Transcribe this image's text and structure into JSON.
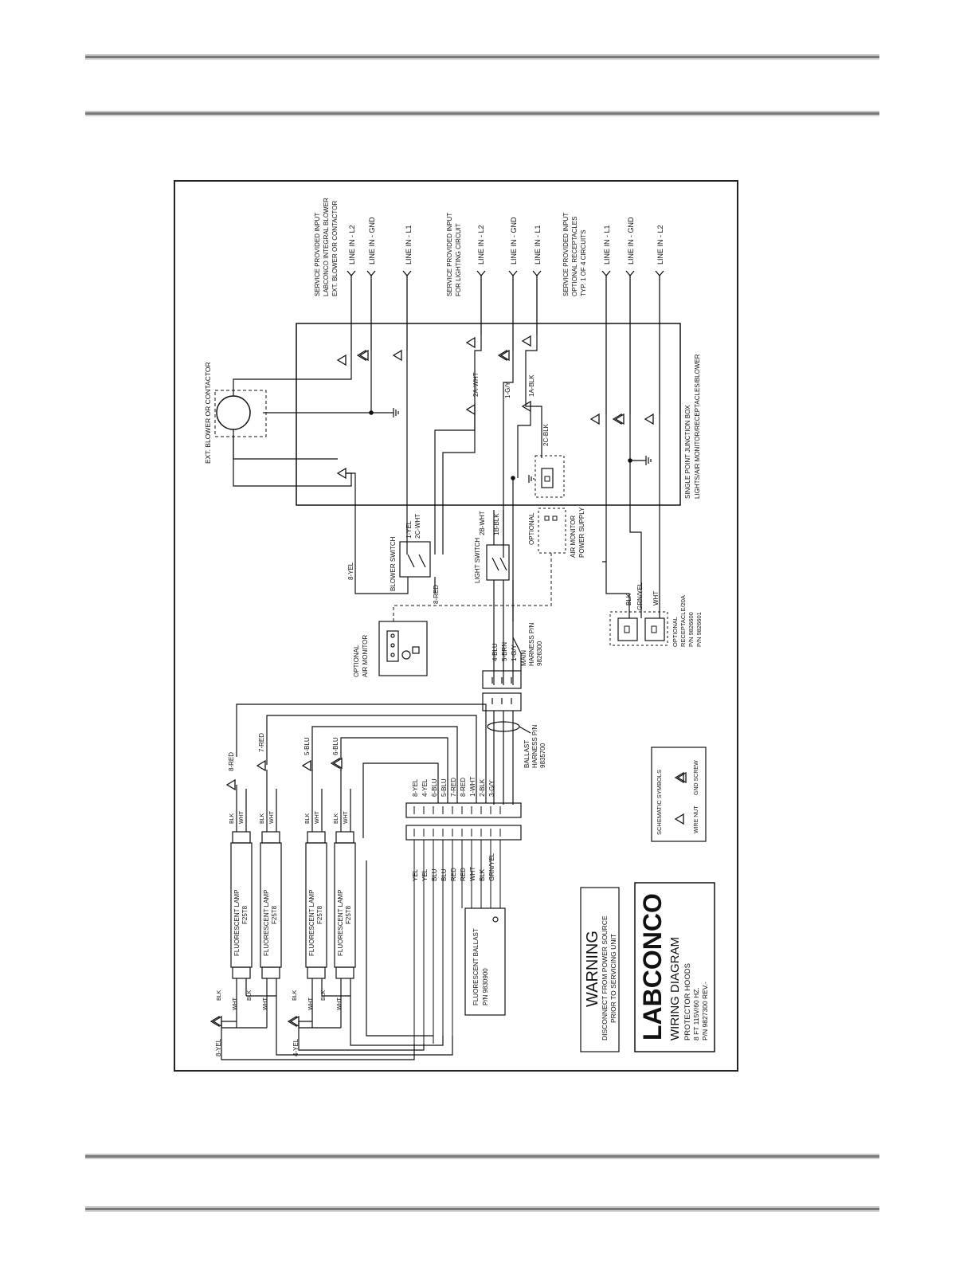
{
  "diagram": {
    "outer_box": "wiring-diagram-frame",
    "service_l2_group": {
      "caption": [
        "SERVICE PROVIDED INPUT",
        "LABCONCO INTEGRAL BLOWER",
        "EXT. BLOWER OR CONTACTOR"
      ],
      "lines": [
        "LINE IN - L2",
        "LINE IN - GND",
        "LINE IN - L1"
      ]
    },
    "service_lighting_group": {
      "caption": [
        "SERVICE PROVIDED INPUT",
        "FOR LIGHTING CIRCUIT"
      ],
      "lines": [
        "LINE IN - L2",
        "LINE IN - GND",
        "LINE IN - L1"
      ]
    },
    "service_receptacle_group": {
      "caption": [
        "SERVICE PROVIDED INPUT",
        "OPTIONAL RECEPTACLES",
        "TYP. 1 OF 4 CIRCUITS"
      ],
      "lines": [
        "LINE IN - L1",
        "LINE IN - GND",
        "LINE IN - L2"
      ]
    },
    "blower_label": "EXT. BLOWER OR CONTACTOR",
    "junction_box": [
      "SINGLE POINT JUNCTION BOX",
      "LIGHTS/AIR MONITOR/RECEPTACLES/BLOWER"
    ],
    "junction_wires": [
      "2A-WHT",
      "1-G/Y",
      "1A-BLK",
      "2C-BLK"
    ],
    "blower_switch": {
      "label": "BLOWER SWITCH",
      "wires": [
        "8-YEL",
        "1-YEL",
        "2C-WHT",
        "8-RED"
      ]
    },
    "light_switch": {
      "label": "LIGHT SWITCH",
      "wires": [
        "2B-WHT",
        "1B-BLK"
      ]
    },
    "air_monitor_supply": [
      "OPTIONAL",
      "AIR MONITOR",
      "POWER SUPPLY"
    ],
    "air_monitor": [
      "OPTIONAL",
      "AIR MONITOR"
    ],
    "receptacle_wires": [
      "BLK",
      "GRN/YEL",
      "WHT"
    ],
    "receptacle_label": [
      "OPTIONAL",
      "RECEPTACLE/20A",
      "P/N 9826600",
      "P/N 9826601"
    ],
    "main_harness": {
      "wires": [
        "4-BLU",
        "5-BRN",
        "1-G/Y"
      ],
      "label": [
        "MAIN",
        "HARNESS P/N",
        "9826300"
      ]
    },
    "ballast_harness": [
      "BALLAST",
      "HARNESS P/N",
      "9835700"
    ],
    "harness_wires": [
      "8-YEL",
      "4-YEL",
      "6-BLU",
      "5-BLU",
      "7-RED",
      "8-RED",
      "1-WHT",
      "2-BLK",
      "3-G/Y"
    ],
    "ballast_colors": [
      "YEL",
      "YEL",
      "BLU",
      "BLU",
      "RED",
      "RED",
      "WHT",
      "BLK",
      "GRN/YEL"
    ],
    "ballast": [
      "FLUORESCENT BALLAST",
      "P/N 9830900"
    ],
    "lamps": [
      {
        "label": "FLUORESCENT LAMP",
        "part": "F25T8"
      },
      {
        "label": "FLUORESCENT LAMP",
        "part": "F25T8"
      },
      {
        "label": "FLUORESCENT LAMP",
        "part": "F25T8"
      },
      {
        "label": "FLUORESCENT LAMP",
        "part": "F25T8"
      }
    ],
    "lamp_top_wires": [
      "8-RED",
      "7-RED",
      "5-BLU",
      "6-BLU"
    ],
    "lamp_bottom_wires": [
      "8-YEL",
      "4-YEL"
    ],
    "lamp_pin_labels": [
      "BLK",
      "WHT"
    ],
    "schematic_symbols": {
      "title": "SCHEMATIC SYMBOLS",
      "items": [
        "WIRE NUT",
        "GND SCREW"
      ]
    },
    "warning": {
      "title": "WARNING",
      "lines": [
        "DISCONNECT FROM POWER SOURCE",
        "PRIOR TO SERVICING UNIT"
      ]
    },
    "title_block": {
      "brand": "LABCONCO",
      "title": "WIRING DIAGRAM",
      "lines": [
        "PROTECTOR HOODS",
        "8 FT  115V/60 HZ.",
        "P/N  9827300 REV.-"
      ]
    }
  }
}
